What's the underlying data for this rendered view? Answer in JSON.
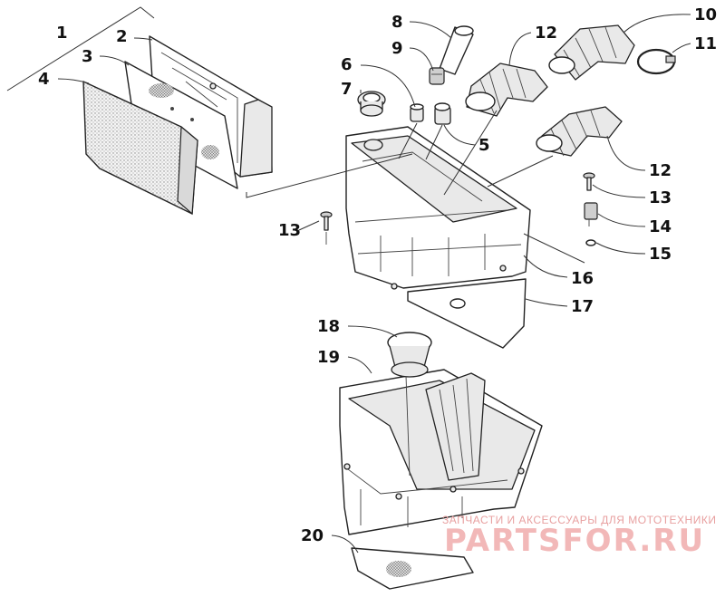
{
  "callouts": [
    "1",
    "2",
    "3",
    "4",
    "5",
    "6",
    "7",
    "8",
    "9",
    "10",
    "11",
    "12",
    "12",
    "13",
    "13",
    "14",
    "15",
    "16",
    "17",
    "18",
    "19",
    "20"
  ],
  "watermark": {
    "tagline": "ЗАПЧАСТИ И АКСЕССУАРЫ ДЛЯ МОТОТЕХНИКИ",
    "logo": "PARTSFOR.RU",
    "color": "#e88a8a"
  }
}
